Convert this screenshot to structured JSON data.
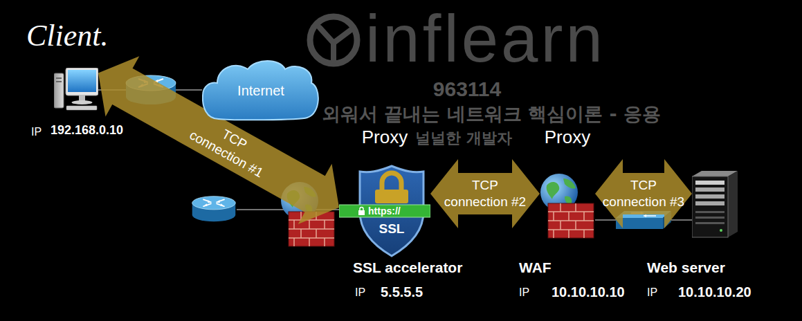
{
  "diagram": {
    "nodes": [
      {
        "text": [
          "Client.",
          "IP",
          "192.168.0.10"
        ]
      },
      {
        "text": [
          "Internet"
        ]
      },
      {
        "text": [
          "https://",
          "SSL",
          "SSL accelerator",
          "IP",
          "5.5.5.5"
        ]
      },
      {
        "text": [
          "WAF",
          "IP",
          "10.10.10.10"
        ]
      },
      {
        "text": [
          "Web server",
          "IP",
          "10.10.10.20"
        ]
      }
    ],
    "edges": [
      {
        "from": 0,
        "to": 1,
        "arrow": "none"
      },
      {
        "from": 0,
        "to": 2,
        "label": "TCP connection #1",
        "arrow": "both"
      },
      {
        "from": 2,
        "to": 3,
        "label": "TCP connection #2",
        "arrow": "both"
      },
      {
        "from": 3,
        "to": 4,
        "label": "TCP connection #3",
        "arrow": "both"
      },
      {
        "from": 3,
        "to": 4,
        "arrow": "none"
      }
    ],
    "labels": [
      "inflearn",
      "963114",
      "외워서 끝내는 네트워크 핵심이론 - 응용",
      "널널한 개발자",
      "Proxy",
      "Proxy"
    ]
  }
}
